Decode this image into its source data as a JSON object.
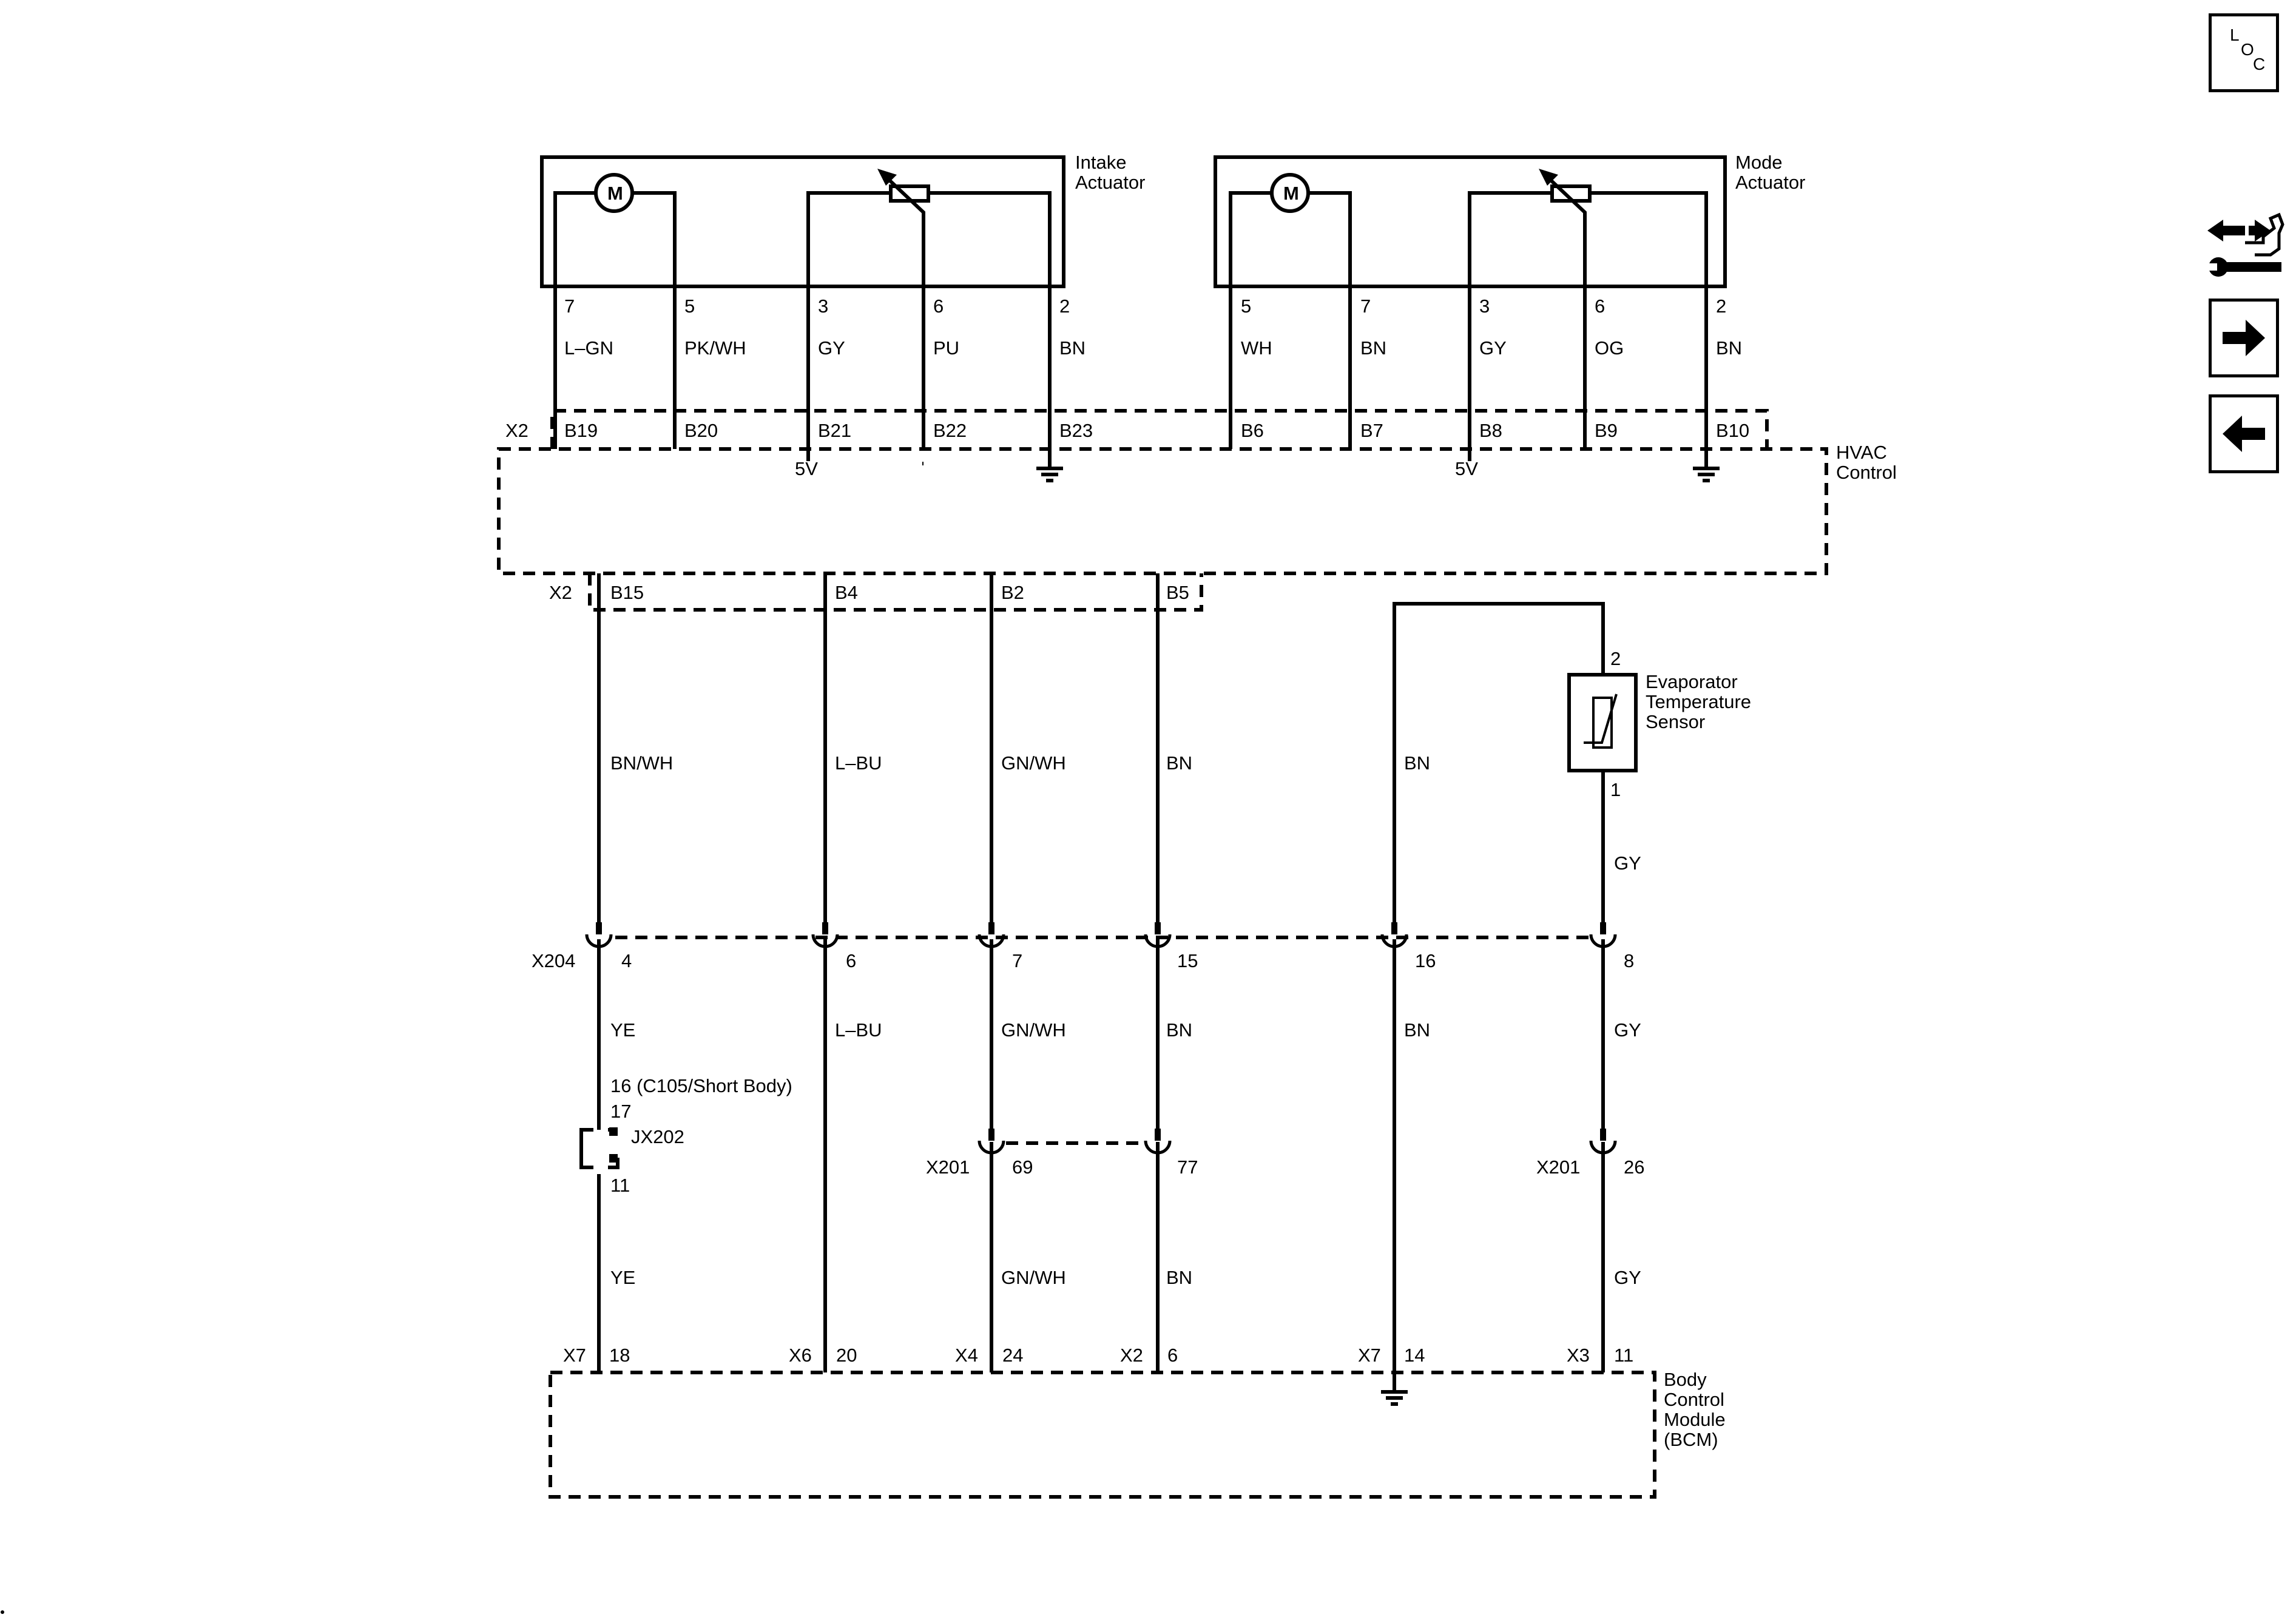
{
  "nav": {
    "loc_letters": [
      "L",
      "O",
      "C"
    ],
    "icons": [
      "connector-end-view-icon",
      "next-page-arrow-icon",
      "previous-page-arrow-icon"
    ]
  },
  "components": {
    "intake": {
      "name_line1": "Intake",
      "name_line2": "Actuator",
      "motor": "M"
    },
    "mode": {
      "name_line1": "Mode",
      "name_line2": "Actuator",
      "motor": "M"
    },
    "hvac": {
      "name_line1": "HVAC",
      "name_line2": "Control"
    },
    "evap": {
      "name_line1": "Evaporator",
      "name_line2": "Temperature",
      "name_line3": "Sensor",
      "pin_top": "2",
      "pin_bottom": "1"
    },
    "bcm": {
      "name_line1": "Body",
      "name_line2": "Control",
      "name_line3": "Module",
      "name_line4": "(BCM)"
    }
  },
  "hvac_top": {
    "connector": "X2",
    "intake_wires": [
      {
        "pin": "7",
        "color": "L–GN",
        "cavity": "B19"
      },
      {
        "pin": "5",
        "color": "PK/WH",
        "cavity": "B20"
      },
      {
        "pin": "3",
        "color": "GY",
        "cavity": "B21"
      },
      {
        "pin": "6",
        "color": "PU",
        "cavity": "B22"
      },
      {
        "pin": "2",
        "color": "BN",
        "cavity": "B23"
      }
    ],
    "mode_wires": [
      {
        "pin": "5",
        "color": "WH",
        "cavity": "B6"
      },
      {
        "pin": "7",
        "color": "BN",
        "cavity": "B7"
      },
      {
        "pin": "3",
        "color": "GY",
        "cavity": "B8"
      },
      {
        "pin": "6",
        "color": "OG",
        "cavity": "B9"
      },
      {
        "pin": "2",
        "color": "BN",
        "cavity": "B10"
      }
    ],
    "ref_intake": "5V",
    "ref_mode": "5V"
  },
  "hvac_bottom": {
    "connector": "X2",
    "cavities": [
      "B15",
      "B4",
      "B2",
      "B5"
    ]
  },
  "upper_colors": [
    "BN/WH",
    "L–BU",
    "GN/WH",
    "BN",
    "BN",
    "GY"
  ],
  "x204": {
    "label": "X204",
    "pins": [
      "4",
      "6",
      "7",
      "15",
      "16",
      "8"
    ]
  },
  "lower_colors": [
    "YE",
    "L–BU",
    "GN/WH",
    "BN",
    "BN",
    "GY"
  ],
  "jx202": {
    "note_line1": "16 (C105/Short Body)",
    "note_line2": "17",
    "label": "JX202",
    "pin_out": "11"
  },
  "x201_left": {
    "label": "X201",
    "pins": [
      "69",
      "77"
    ]
  },
  "x201_right": {
    "label": "X201",
    "pin": "26"
  },
  "bottom_colors": [
    "YE",
    "GN/WH",
    "BN",
    "GY"
  ],
  "bcm_pins": [
    {
      "connector": "X7",
      "pin": "18"
    },
    {
      "connector": "X6",
      "pin": "20"
    },
    {
      "connector": "X4",
      "pin": "24"
    },
    {
      "connector": "X2",
      "pin": "6"
    },
    {
      "connector": "X7",
      "pin": "14"
    },
    {
      "connector": "X3",
      "pin": "11"
    }
  ]
}
